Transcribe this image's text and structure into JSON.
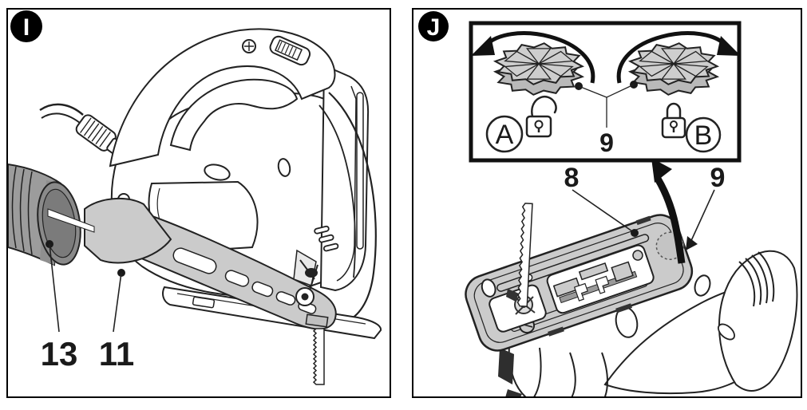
{
  "panels": {
    "i": {
      "badge": "I",
      "labels": {
        "hose": "13",
        "adapter_tube": "11"
      }
    },
    "j": {
      "badge": "J",
      "inset": {
        "dial_label": "9",
        "position_a": "A",
        "position_b": "B"
      },
      "labels": {
        "footplate": "8",
        "dial": "9"
      }
    }
  },
  "colors": {
    "line": "#1a1a1a",
    "part_grey": "#cbcbcb",
    "knob_grey": "#cecece",
    "hose_grey": "#9c9c9c",
    "hose_inner_grey": "#7b7b7b",
    "background": "#ffffff"
  }
}
